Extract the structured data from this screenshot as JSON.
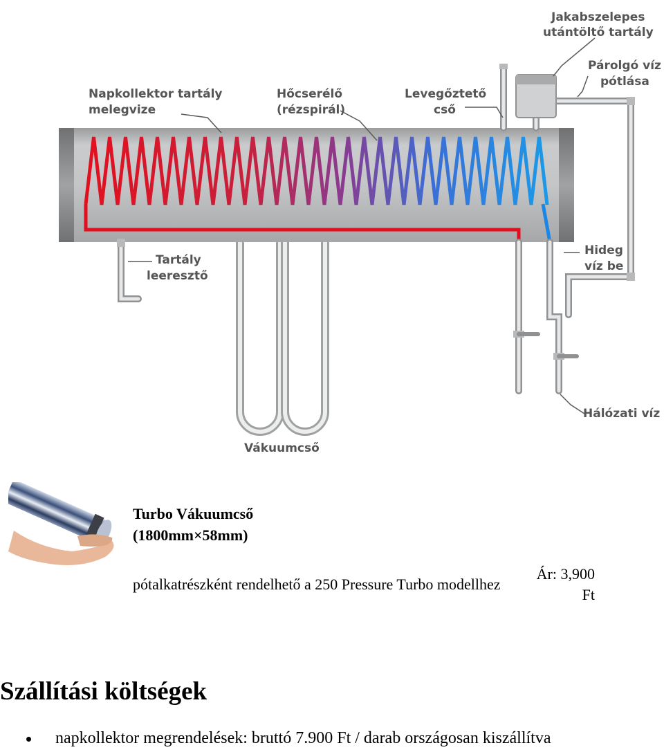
{
  "diagram": {
    "labels": {
      "collector_tank_line1": "Napkollektor tartály",
      "collector_tank_line2": "melegvize",
      "heat_exchanger_line1": "Hőcserélő",
      "heat_exchanger_line2": "(rézspirál)",
      "vent_pipe_line1": "Levegőztető",
      "vent_pipe_line2": "cső",
      "refill_tank_line1": "Jakabszelepes",
      "refill_tank_line2": "utántöltő tartály",
      "evaporating_water_line1": "Párolgó víz",
      "evaporating_water_line2": "pótlása",
      "cold_water_line1": "Hideg",
      "cold_water_line2": "víz be",
      "tank_drain_line1": "Tartály",
      "tank_drain_line2": "leeresztő",
      "mains_water": "Hálózati víz",
      "vacuum_tube": "Vákuumcső"
    },
    "colors": {
      "hot": "#e2101e",
      "mid": "#8c3a8e",
      "cold": "#1a86e8",
      "tank": "#bcbec0",
      "pipe": "#c7c8ca"
    }
  },
  "product": {
    "title_line1": "Turbo Vákuumcső",
    "title_line2": "(1800mm×58mm)",
    "description": "pótalkatrészként rendelhető a 250 Pressure Turbo modellhez",
    "price_line1": "Ár: 3,900",
    "price_line2": "Ft"
  },
  "shipping": {
    "heading": "Szállítási költségek",
    "items": [
      "napkollektor megrendelések: bruttó 7.900 Ft / darab országosan kiszállítva"
    ]
  }
}
